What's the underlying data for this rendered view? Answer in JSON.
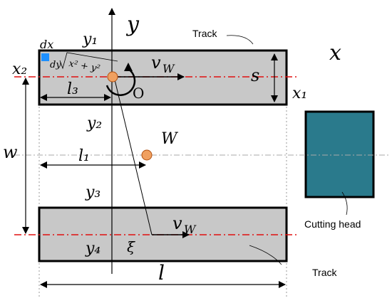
{
  "diagram": {
    "axis_x_label": "x",
    "axis_y_label": "y",
    "track_top_label": "Track",
    "track_bottom_label": "Track",
    "cutting_head_label": "Cutting head",
    "label_dx": "dx",
    "label_dy": "dy",
    "label_sqrt": "x² + y²",
    "label_y1": "y₁",
    "label_y2": "y₂",
    "label_y3": "y₃",
    "label_y4": "y₄",
    "label_x1": "x₁",
    "label_x2": "x₂",
    "label_l1": "l₁",
    "label_l3": "l₃",
    "label_l": "l",
    "label_w": "w",
    "label_s": "s",
    "label_O": "O",
    "label_W": "W",
    "label_vw_top": "v",
    "label_vw_top_sub": "W",
    "label_vw_bottom": "v",
    "label_vw_bottom_sub": "W",
    "label_xi": "ξ"
  },
  "colors": {
    "track_fill": "#c8c8c8",
    "cutting_head_fill": "#2a7a8c",
    "point_fill": "#f0a060",
    "centerline": "#e01010",
    "dx_square": "#1e90ff"
  }
}
